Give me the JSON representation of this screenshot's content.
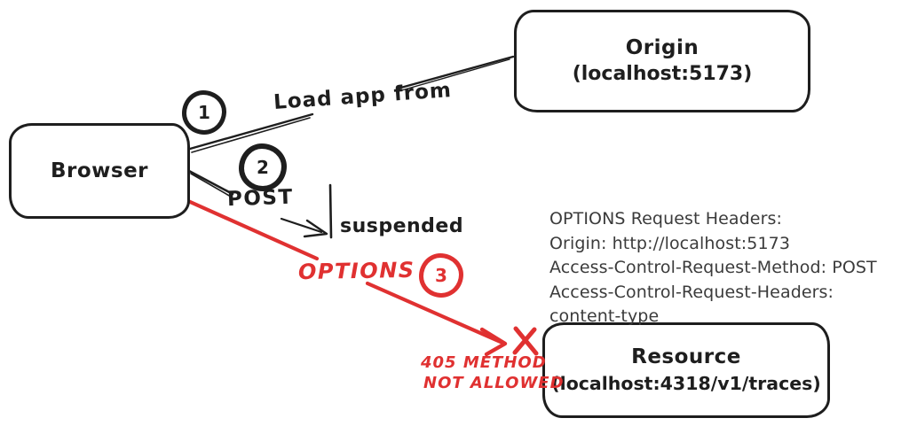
{
  "colors": {
    "ink": "#1e1e1e",
    "error_red": "#e03131",
    "panel_text": "#3b3b3b",
    "background": "#ffffff"
  },
  "nodes": {
    "browser": {
      "label": "Browser"
    },
    "origin": {
      "title": "Origin",
      "subtitle": "(localhost:5173)"
    },
    "resource": {
      "title": "Resource",
      "subtitle": "(localhost:4318/v1/traces)"
    }
  },
  "steps": {
    "s1": "1",
    "s2": "2",
    "s3": "3"
  },
  "edges": {
    "load_app_label": "Load app from",
    "post_label": "POST",
    "suspended_label": "suspended",
    "options_label": "OPTIONS"
  },
  "error": {
    "line1": "405 METHOD",
    "line2": "NOT ALLOWED"
  },
  "headers_panel": {
    "title": "OPTIONS Request Headers:",
    "lines": [
      "Origin: http://localhost:5173",
      "Access-Control-Request-Method: POST",
      "Access-Control-Request-Headers: content-type"
    ]
  },
  "icons": {
    "rejected_x": "x-mark",
    "suspend_bar": "vertical-bar"
  }
}
